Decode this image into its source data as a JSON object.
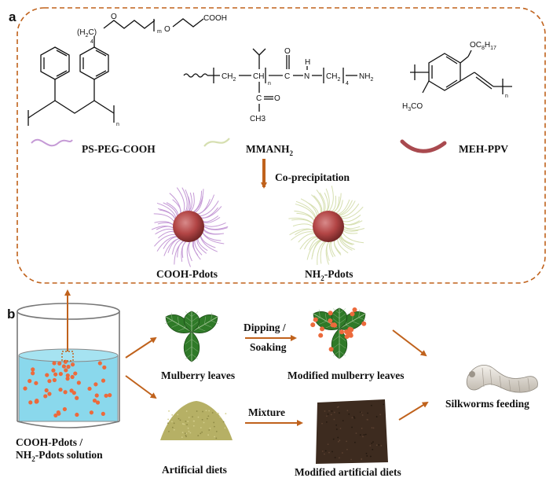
{
  "panels": {
    "a": "a",
    "b": "b"
  },
  "polymers": {
    "ps_peg_cooh": "PS-PEG-COOH",
    "mmanh2_main": "MMANH",
    "mmanh2_sub": "2",
    "meh_ppv": "MEH-PPV"
  },
  "process": {
    "coprecipitation": "Co-precipitation",
    "cooh_pdots": "COOH-Pdots",
    "nh2_pdots_pre": "NH",
    "nh2_pdots_sub": "2",
    "nh2_pdots_post": "-Pdots"
  },
  "chem": {
    "cooh": "COOH",
    "peg_o1": "O",
    "peg_o2": "O",
    "h2c": "(H",
    "h2c_sub": "2",
    "h2c_c": "C)",
    "sub4": "4",
    "subm": "m",
    "subn_ps": "n",
    "ch2": "CH",
    "ch2_sub": "2",
    "ch": "CH",
    "sub_n": "n",
    "c_eq_o_c": "C",
    "c_eq_o_o": "O",
    "nh_h": "H",
    "nh_n": "N",
    "ch2_group": "CH",
    "ch2_group_sub": "2",
    "sub4b": "4",
    "nh2": "NH",
    "nh2_sub": "2",
    "ketone_c": "C",
    "ketone_o": "O",
    "ch3": "CH3",
    "oc8h17": "OC",
    "oc8h17_sub1": "8",
    "oc8h17_h": "H",
    "oc8h17_sub2": "17",
    "h3co": "H",
    "h3co_sub": "3",
    "h3co_co": "CO",
    "sub_n_ppv": "n"
  },
  "workflow": {
    "solution_line1": "COOH-Pdots /",
    "solution_line2_pre": "NH",
    "solution_line2_sub": "2",
    "solution_line2_post": "-Pdots solution",
    "mulberry_leaves": "Mulberry leaves",
    "dipping": "Dipping /",
    "soaking": "Soaking",
    "modified_mulberry": "Modified mulberry leaves",
    "artificial_diets": "Artificial diets",
    "mixture": "Mixture",
    "modified_diets": "Modified artificial diets",
    "silkworms": "Silkworms feeding"
  },
  "colors": {
    "accent_orange": "#c0621c",
    "dot_orange": "#ec6a3c",
    "liquid": "#8ad8ec",
    "purple_chain": "#c59ad6",
    "green_chain": "#d6dfb0",
    "red_chain": "#a94a4f",
    "leaf_green": "#2f7a28",
    "leaf_red": "#c23434",
    "powder": "#b6b065",
    "diet_brown": "#3d2b1f"
  },
  "icons": [
    "arrow-icon",
    "beaker-icon",
    "leaf-icon",
    "silkworm-icon",
    "pdot-icon"
  ]
}
